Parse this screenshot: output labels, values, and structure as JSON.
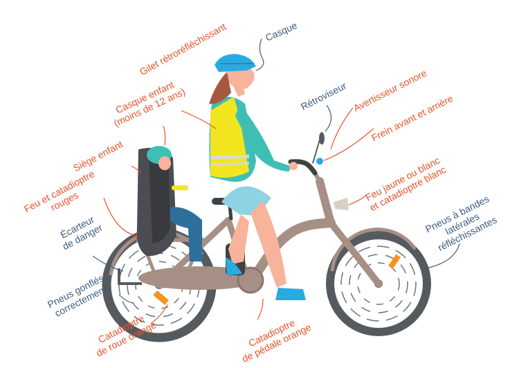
{
  "colors": {
    "orange_label": "#e8542a",
    "blue_label": "#3d5a80",
    "frame": "#a69086",
    "tire": "#555a5e",
    "helmet": "#29abe2",
    "vest": "#f2e51f",
    "jacket": "#3fbfb4",
    "shorts": "#8ed3e3",
    "skin": "#f7b49b",
    "hair": "#a6593f",
    "child_seat": "#4a4d52",
    "reflector": "#f7941d"
  },
  "labels": {
    "casque": "Casque",
    "gilet": "Gilet rétroréfléchissant",
    "casque_enfant_1": "Casque enfant",
    "casque_enfant_2": "(moins de 12 ans)",
    "siege": "Siège enfant",
    "feu_rouge_1": "Feu et catadioptre",
    "feu_rouge_2": "rouges",
    "ecarteur_1": "Écarteur",
    "ecarteur_2": "de danger",
    "pneus_gonfles_1": "Pneus gonflés",
    "pneus_gonfles_2": "correctement",
    "cata_roue_1": "Catadioptre",
    "cata_roue_2": "de roue orange",
    "cata_pedale_1": "Catadioptre",
    "cata_pedale_2": "de pédale orange",
    "retroviseur": "Rétroviseur",
    "avertisseur": "Avertisseur sonore",
    "frein": "Frein avant et arrière",
    "feu_jaune_1": "Feu jaune ou blanc",
    "feu_jaune_2": "et catadioptre blanc",
    "pneus_bandes_1": "Pneus à bandes",
    "pneus_bandes_2": "latérales",
    "pneus_bandes_3": "réfléchissantes"
  }
}
